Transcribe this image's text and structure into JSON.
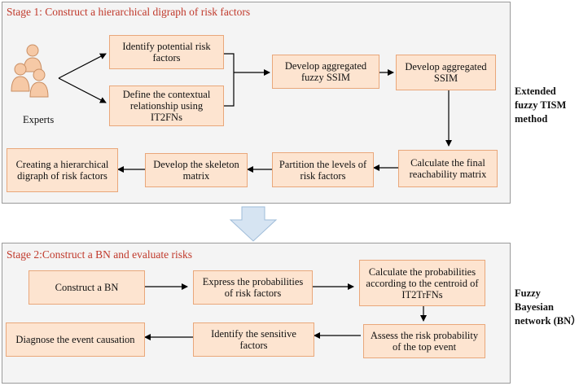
{
  "stage1": {
    "title": "Stage 1: Construct a hierarchical digraph of risk factors",
    "method_label": [
      "Extended",
      "fuzzy TISM",
      "method"
    ],
    "experts_label": "Experts",
    "boxes": {
      "identify": "Identify potential risk factors",
      "define": "Define the contextual relationship using IT2FNs",
      "fuzzy_ssim": "Develop aggregated fuzzy SSIM",
      "ssim": "Develop aggregated SSIM",
      "reachability": "Calculate the final reachability matrix",
      "partition": "Partition the levels of risk factors",
      "skeleton": "Develop the skeleton matrix",
      "digraph": "Creating a hierarchical digraph of risk factors"
    }
  },
  "stage2": {
    "title": "Stage 2:Construct a BN and evaluate risks",
    "method_label": [
      "Fuzzy",
      "Bayesian",
      "network (BN）"
    ],
    "boxes": {
      "construct": "Construct a BN",
      "express": "Express the probabilities of risk factors",
      "calculate": "Calculate the probabilities according to the centroid of IT2TrFNs",
      "assess": "Assess the risk probability of the top event",
      "identify": "Identify the sensitive factors",
      "diagnose": "Diagnose the event causation"
    }
  },
  "colors": {
    "box_fill": "#fde4d0",
    "box_border": "#e9a77a",
    "stage_title": "#c0392b",
    "stage_bg": "#f4f4f4",
    "big_arrow_fill": "#d6e4f2",
    "big_arrow_stroke": "#9fbcd9",
    "person_fill": "#f6c9a6"
  }
}
